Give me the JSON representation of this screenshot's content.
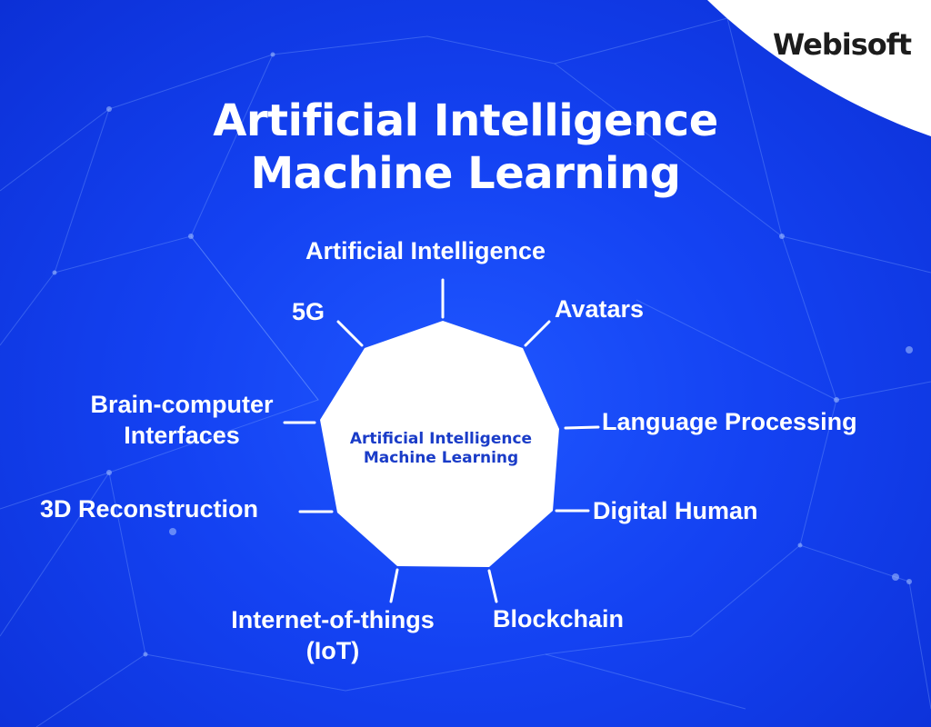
{
  "logo": {
    "text": "Webisoft"
  },
  "title": {
    "line1": "Artificial Intelligence",
    "line2": "Machine Learning"
  },
  "center": {
    "line1": "Artificial Intelligence",
    "line2": "Machine Learning"
  },
  "labels": {
    "ai": "Artificial Intelligence",
    "avatars": "Avatars",
    "language": "Language Processing",
    "digital_human": "Digital Human",
    "blockchain": "Blockchain",
    "iot_line1": "Internet-of-things",
    "iot_line2": "(IoT)",
    "reconstruction": "3D Reconstruction",
    "bci_line1": "Brain-computer",
    "bci_line2": "Interfaces",
    "five_g": "5G"
  },
  "colors": {
    "background": "#1442f2",
    "accent_text": "#1a3cc8",
    "logo_text": "#1c1c1c",
    "white": "#ffffff"
  }
}
